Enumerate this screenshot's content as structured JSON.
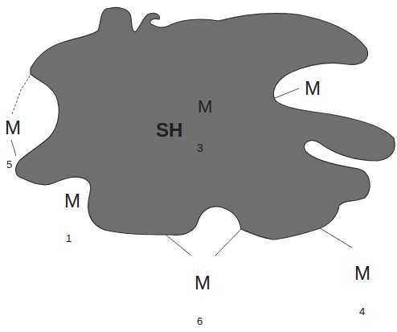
{
  "diagram": {
    "nodes": [
      {
        "text": [
          "SH",
          "M",
          "3"
        ]
      }
    ],
    "labels": [
      "M",
      "M",
      "5",
      "M",
      "1",
      "M",
      "6",
      "M",
      "4"
    ]
  }
}
